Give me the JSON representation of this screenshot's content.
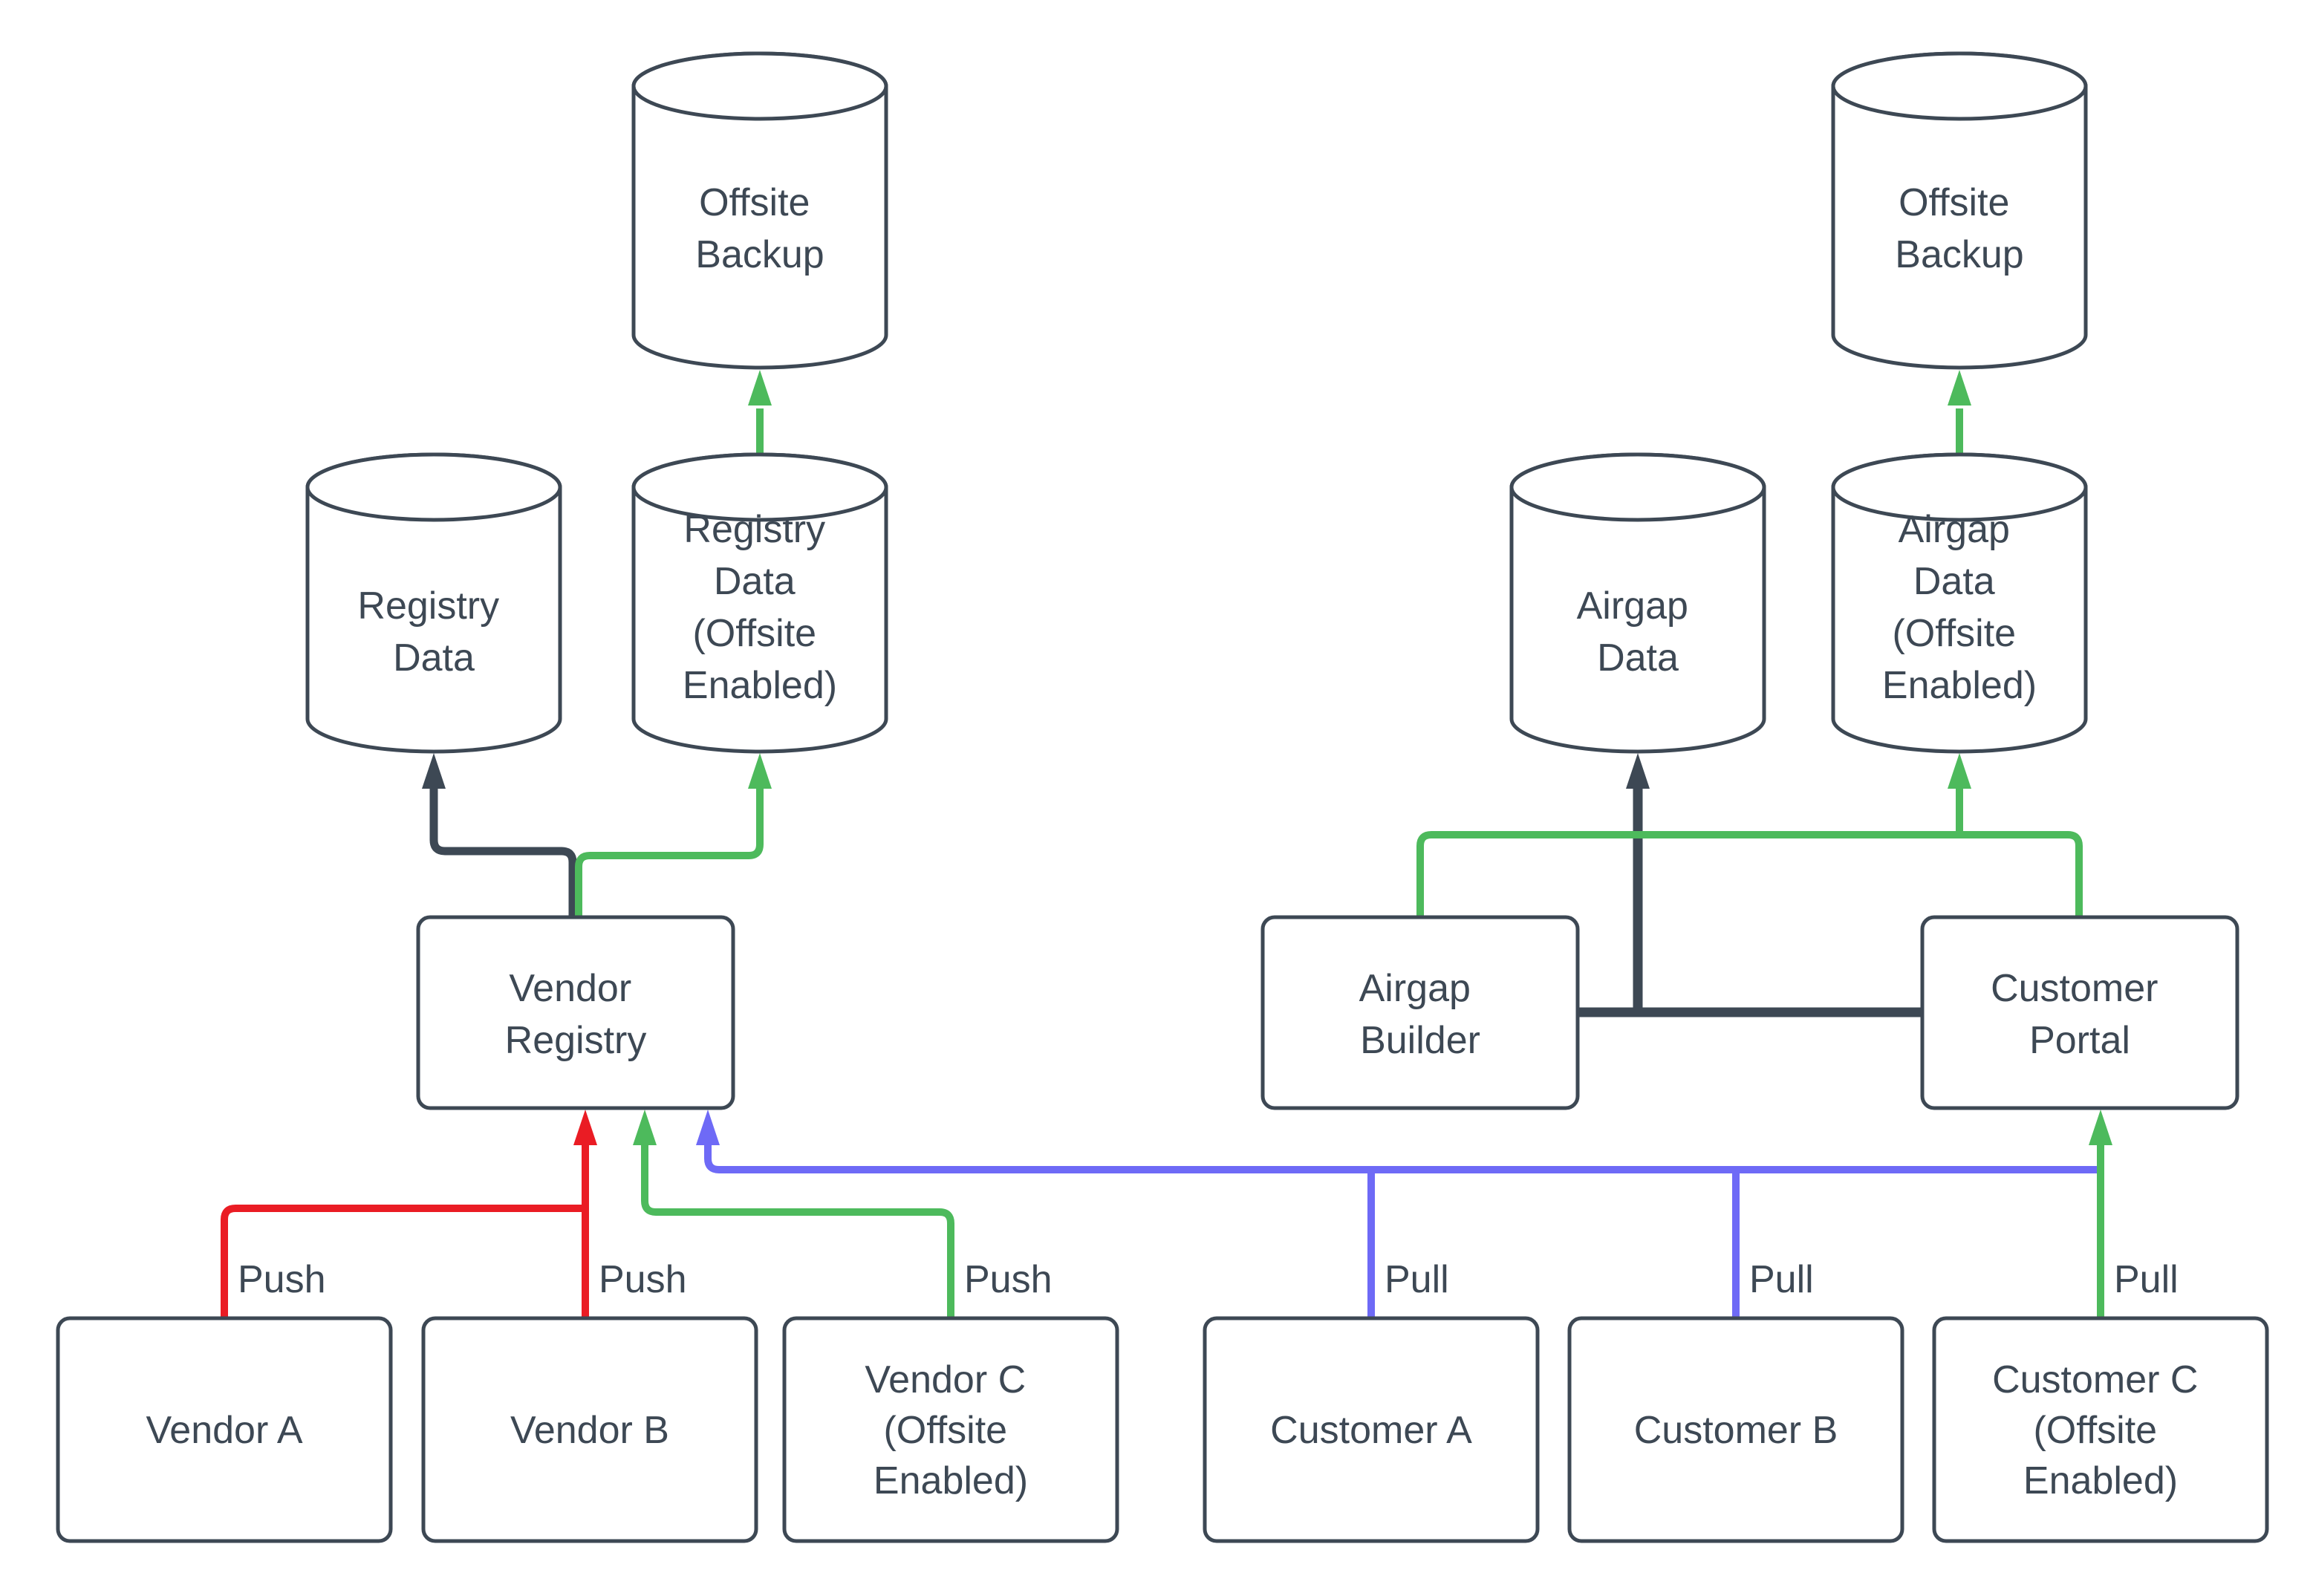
{
  "colors": {
    "dark": "#3d4854",
    "red": "#ea1c24",
    "green": "#4dba5c",
    "blue": "#6e6af6",
    "background": "#ffffff"
  },
  "nodes": {
    "offsite_backup_left": {
      "type": "database-cylinder",
      "lines": [
        "Offsite",
        "Backup"
      ]
    },
    "registry_data": {
      "type": "database-cylinder",
      "lines": [
        "Registry",
        "Data"
      ]
    },
    "registry_data_offsite": {
      "type": "database-cylinder",
      "lines": [
        "Registry",
        "Data",
        "(Offsite",
        "Enabled)"
      ]
    },
    "vendor_registry": {
      "type": "process-box",
      "lines": [
        "Vendor",
        "Registry"
      ]
    },
    "vendor_a": {
      "type": "process-box",
      "lines": [
        "Vendor A"
      ]
    },
    "vendor_b": {
      "type": "process-box",
      "lines": [
        "Vendor B"
      ]
    },
    "vendor_c": {
      "type": "process-box",
      "lines": [
        "Vendor C",
        "(Offsite",
        "Enabled)"
      ]
    },
    "offsite_backup_right": {
      "type": "database-cylinder",
      "lines": [
        "Offsite",
        "Backup"
      ]
    },
    "airgap_data": {
      "type": "database-cylinder",
      "lines": [
        "Airgap",
        "Data"
      ]
    },
    "airgap_data_offsite": {
      "type": "database-cylinder",
      "lines": [
        "Airgap",
        "Data",
        "(Offsite",
        "Enabled)"
      ]
    },
    "airgap_builder": {
      "type": "process-box",
      "lines": [
        "Airgap",
        "Builder"
      ]
    },
    "customer_portal": {
      "type": "process-box",
      "lines": [
        "Customer",
        "Portal"
      ]
    },
    "customer_a": {
      "type": "process-box",
      "lines": [
        "Customer A"
      ]
    },
    "customer_b": {
      "type": "process-box",
      "lines": [
        "Customer B"
      ]
    },
    "customer_c": {
      "type": "process-box",
      "lines": [
        "Customer C",
        "(Offsite",
        "Enabled)"
      ]
    }
  },
  "edge_labels": {
    "push_a": "Push",
    "push_b": "Push",
    "push_c": "Push",
    "pull_a": "Pull",
    "pull_b": "Pull",
    "pull_c": "Pull"
  }
}
